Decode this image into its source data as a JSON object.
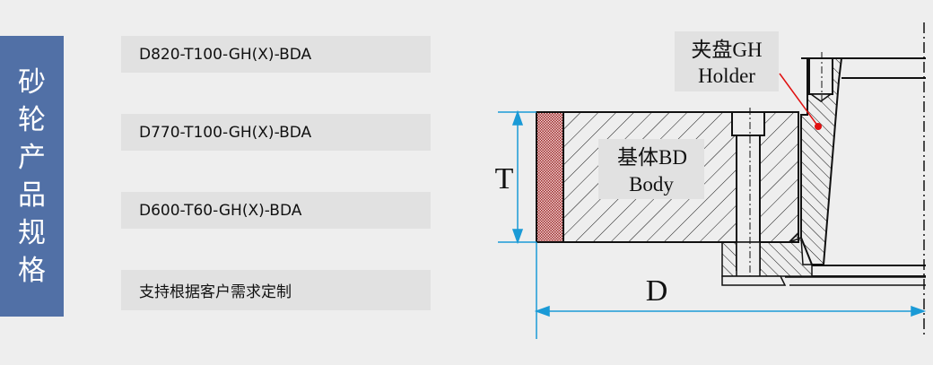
{
  "sidebar": {
    "title_chars": [
      "砂",
      "轮",
      "产",
      "品",
      "规",
      "格"
    ]
  },
  "specs": [
    "D820-T100-GH(X)-BDA",
    "D770-T100-GH(X)-BDA",
    "D600-T60-GH(X)-BDA",
    "支持根据客户需求定制"
  ],
  "diagram": {
    "holder_cn": "夹盘GH",
    "holder_en": "Holder",
    "body_cn": "基体BD",
    "body_en": "Body",
    "dim_t": "T",
    "dim_d": "D",
    "colors": {
      "dimension": "#1a9ad6",
      "leader": "#e01010",
      "abrasive": "#a03030",
      "sidebar": "#5170a6"
    }
  }
}
